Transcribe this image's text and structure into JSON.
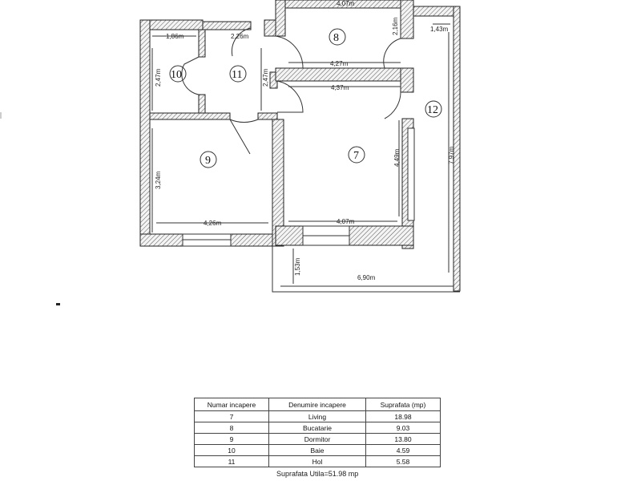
{
  "dimensions": {
    "room10_width": "1,86m",
    "room11_width": "2,26m",
    "room10_height": "2,47m",
    "room11_height": "2,47m",
    "room8_width": "4,07m",
    "room8_height": "2,16m",
    "corridor_top": "4,27m",
    "corridor_bottom": "4,37m",
    "room12_top": "1,43m",
    "room12_height": "7,97m",
    "room9_height": "3,24m",
    "room9_width": "4,26m",
    "room7_height": "4,49m",
    "room7_width": "4,07m",
    "balcony_depth": "1,53m",
    "balcony_width": "6,90m"
  },
  "rooms": {
    "r7": "7",
    "r8": "8",
    "r9": "9",
    "r10": "10",
    "r11": "11",
    "r12": "12"
  },
  "table": {
    "headers": [
      "Numar incapere",
      "Denumire incapere",
      "Suprafata (mp)"
    ],
    "rows": [
      [
        "7",
        "Living",
        "18.98"
      ],
      [
        "8",
        "Bucatarie",
        "9.03"
      ],
      [
        "9",
        "Dormitor",
        "13.80"
      ],
      [
        "10",
        "Baie",
        "4.59"
      ],
      [
        "11",
        "Hol",
        "5.58"
      ]
    ],
    "total": "Suprafata Utila=51.98 mp"
  }
}
